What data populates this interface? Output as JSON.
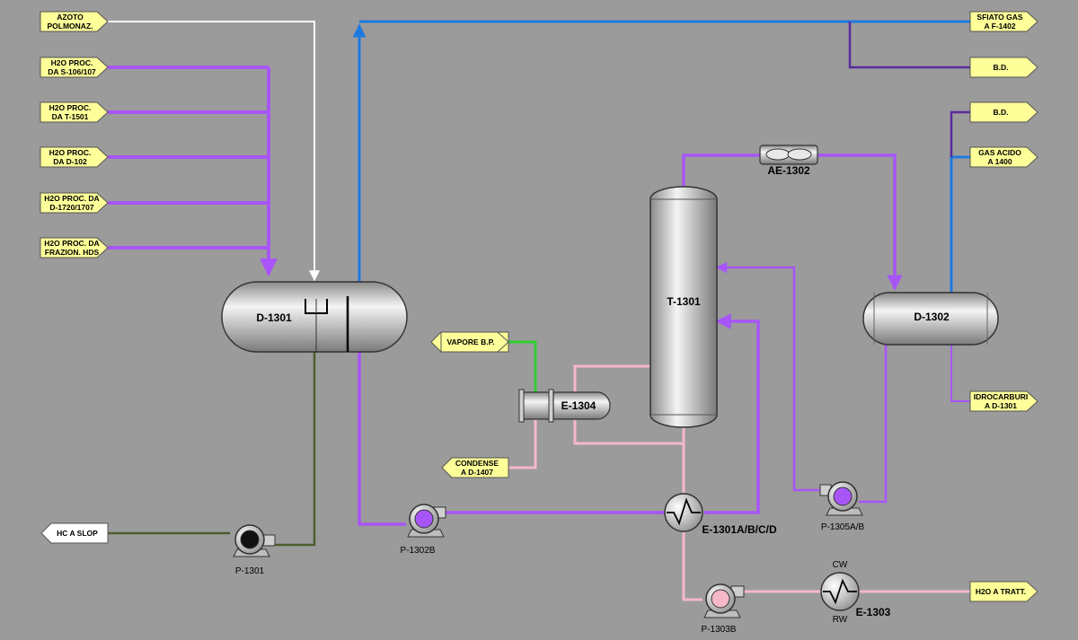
{
  "colors": {
    "background": "#9b9b9b",
    "process_water": "#a855f7",
    "nitrogen": "#ffffff",
    "sour_gas": "#1e7ae0",
    "blowdown": "#5b2a9e",
    "steam": "#33cc33",
    "condensate": "#f4b8c8",
    "hydrocarbon": "#4d5e2e",
    "tag_fill": "#ffff99"
  },
  "tags": {
    "azoto": "AZOTO\nPOLMONAZ.",
    "h2o_s106": "H2O PROC.\nDA S-106/107",
    "h2o_t1501": "H2O PROC.\nDA T-1501",
    "h2o_d102": "H2O PROC.\nDA D-102",
    "h2o_d1720": "H2O PROC. DA\nD-1720/1707",
    "h2o_frazion": "H2O PROC. DA\nFRAZION. HDS",
    "sfiato": "SFIATO GAS\nA  F-1402",
    "bd_top": "B.D.",
    "bd_right": "B.D.",
    "gas_acido": "GAS ACIDO\nA 1400",
    "idrocarburi": "IDROCARBURI\nA D-1301",
    "vapore": "VAPORE B.P.",
    "condense": "CONDENSE\nA D-1407",
    "hc_slop": "HC A SLOP",
    "h2o_tratt": "H2O A TRATT."
  },
  "equipment": {
    "d1301": "D-1301",
    "d1302": "D-1302",
    "t1301": "T-1301",
    "e1304": "E-1304",
    "ae1302": "AE-1302",
    "e1301": "E-1301A/B/C/D",
    "e1303": "E-1303",
    "p1301": "P-1301",
    "p1302b": "P-1302B",
    "p1305": "P-1305A/B",
    "p1303b": "P-1303B",
    "cw": "CW",
    "rw": "RW"
  },
  "pump_states": {
    "p1301": "#111111",
    "p1302b": "#a855f7",
    "p1305": "#a855f7",
    "p1303b": "#f4b8c8"
  }
}
